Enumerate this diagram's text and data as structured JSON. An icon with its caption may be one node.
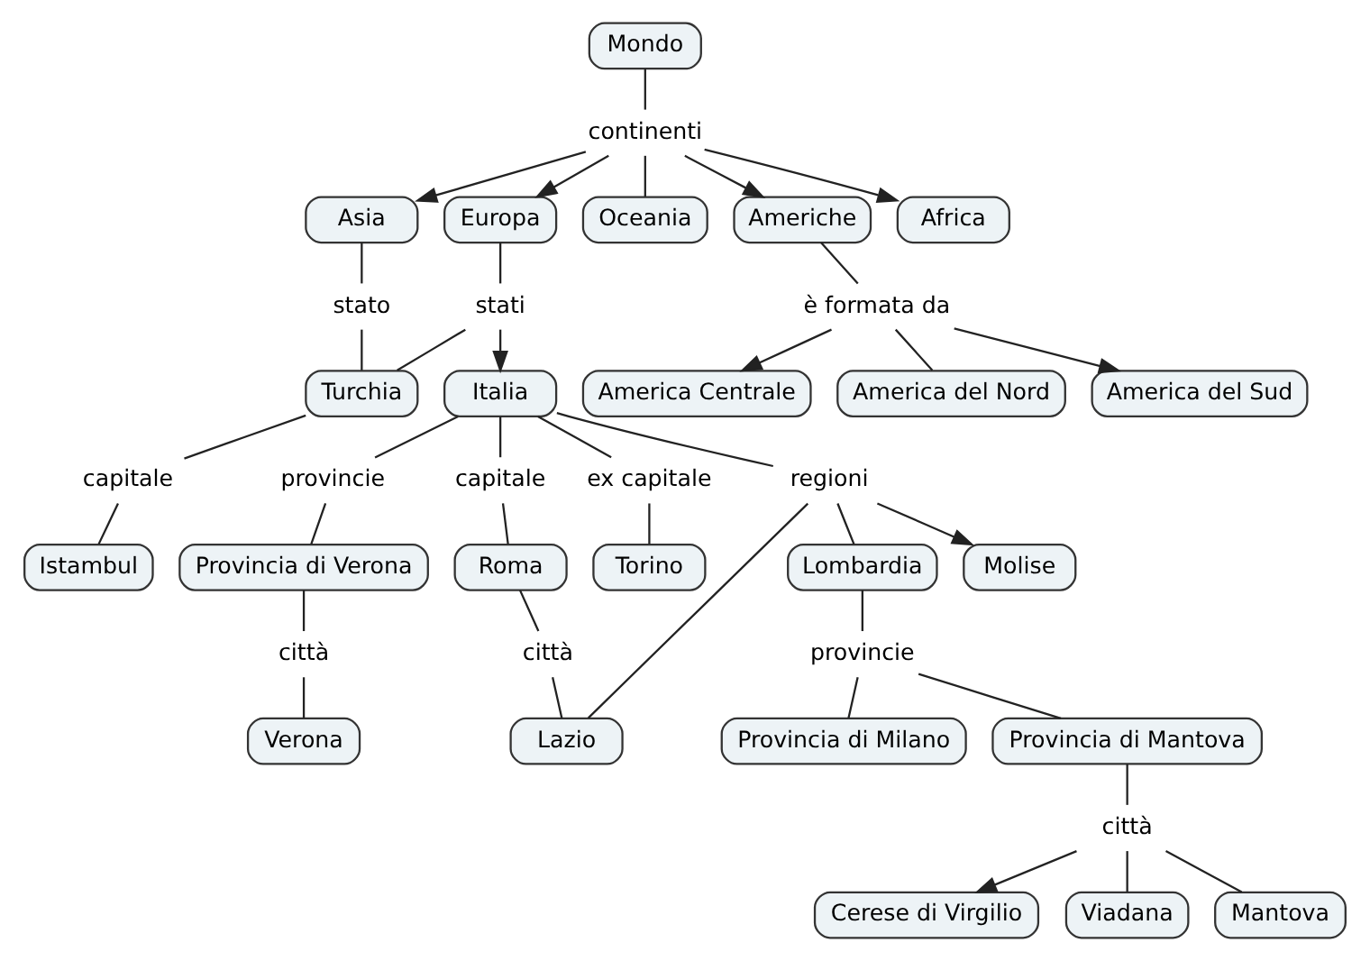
{
  "diagram": {
    "nodes": [
      {
        "text": [
          "Mondo"
        ]
      },
      {
        "text": [
          "continenti"
        ]
      },
      {
        "text": [
          "Asia"
        ]
      },
      {
        "text": [
          "Europa"
        ]
      },
      {
        "text": [
          "Oceania"
        ]
      },
      {
        "text": [
          "Americhe"
        ]
      },
      {
        "text": [
          "Africa"
        ]
      },
      {
        "text": [
          "stato"
        ]
      },
      {
        "text": [
          "stati"
        ]
      },
      {
        "text": [
          "è formata da"
        ]
      },
      {
        "text": [
          "Turchia"
        ]
      },
      {
        "text": [
          "Italia"
        ]
      },
      {
        "text": [
          "America Centrale"
        ]
      },
      {
        "text": [
          "America del Nord"
        ]
      },
      {
        "text": [
          "America del Sud"
        ]
      },
      {
        "text": [
          "capitale"
        ]
      },
      {
        "text": [
          "provincie"
        ]
      },
      {
        "text": [
          "capitale"
        ]
      },
      {
        "text": [
          "ex capitale"
        ]
      },
      {
        "text": [
          "regioni"
        ]
      },
      {
        "text": [
          "Istambul"
        ]
      },
      {
        "text": [
          "Provincia di Verona"
        ]
      },
      {
        "text": [
          "Roma"
        ]
      },
      {
        "text": [
          "Torino"
        ]
      },
      {
        "text": [
          "Lombardia"
        ]
      },
      {
        "text": [
          "Molise"
        ]
      },
      {
        "text": [
          "città"
        ]
      },
      {
        "text": [
          "città"
        ]
      },
      {
        "text": [
          "provincie"
        ]
      },
      {
        "text": [
          "Verona"
        ]
      },
      {
        "text": [
          "Lazio"
        ]
      },
      {
        "text": [
          "Provincia di Milano"
        ]
      },
      {
        "text": [
          "Provincia di Mantova"
        ]
      },
      {
        "text": [
          "città"
        ]
      },
      {
        "text": [
          "Cerese di Virgilio"
        ]
      },
      {
        "text": [
          "Viadana"
        ]
      },
      {
        "text": [
          "Mantova"
        ]
      }
    ],
    "edges": [
      {
        "from": 0,
        "to": 1,
        "arrow": "none"
      },
      {
        "from": 1,
        "to": 2,
        "arrow": "to"
      },
      {
        "from": 1,
        "to": 3,
        "arrow": "to"
      },
      {
        "from": 1,
        "to": 4,
        "arrow": "none"
      },
      {
        "from": 1,
        "to": 5,
        "arrow": "to"
      },
      {
        "from": 1,
        "to": 6,
        "arrow": "to"
      },
      {
        "from": 2,
        "to": 7,
        "arrow": "none"
      },
      {
        "from": 7,
        "to": 10,
        "arrow": "none"
      },
      {
        "from": 3,
        "to": 8,
        "arrow": "none"
      },
      {
        "from": 8,
        "to": 10,
        "arrow": "none"
      },
      {
        "from": 8,
        "to": 11,
        "arrow": "to"
      },
      {
        "from": 5,
        "to": 9,
        "arrow": "none"
      },
      {
        "from": 9,
        "to": 12,
        "arrow": "to"
      },
      {
        "from": 9,
        "to": 13,
        "arrow": "none"
      },
      {
        "from": 9,
        "to": 14,
        "arrow": "to"
      },
      {
        "from": 10,
        "to": 15,
        "arrow": "none"
      },
      {
        "from": 15,
        "to": 20,
        "arrow": "none"
      },
      {
        "from": 11,
        "to": 16,
        "arrow": "none"
      },
      {
        "from": 16,
        "to": 21,
        "arrow": "none"
      },
      {
        "from": 11,
        "to": 17,
        "arrow": "none"
      },
      {
        "from": 17,
        "to": 22,
        "arrow": "none"
      },
      {
        "from": 11,
        "to": 18,
        "arrow": "none"
      },
      {
        "from": 18,
        "to": 23,
        "arrow": "none"
      },
      {
        "from": 11,
        "to": 19,
        "arrow": "none"
      },
      {
        "from": 19,
        "to": 30,
        "arrow": "none"
      },
      {
        "from": 19,
        "to": 24,
        "arrow": "none"
      },
      {
        "from": 19,
        "to": 25,
        "arrow": "to"
      },
      {
        "from": 21,
        "to": 26,
        "arrow": "none"
      },
      {
        "from": 26,
        "to": 29,
        "arrow": "none"
      },
      {
        "from": 22,
        "to": 27,
        "arrow": "none"
      },
      {
        "from": 27,
        "to": 30,
        "arrow": "none"
      },
      {
        "from": 24,
        "to": 28,
        "arrow": "none"
      },
      {
        "from": 28,
        "to": 31,
        "arrow": "none"
      },
      {
        "from": 28,
        "to": 32,
        "arrow": "none"
      },
      {
        "from": 32,
        "to": 33,
        "arrow": "none"
      },
      {
        "from": 33,
        "to": 34,
        "arrow": "to"
      },
      {
        "from": 33,
        "to": 35,
        "arrow": "none"
      },
      {
        "from": 33,
        "to": 36,
        "arrow": "none"
      }
    ]
  }
}
